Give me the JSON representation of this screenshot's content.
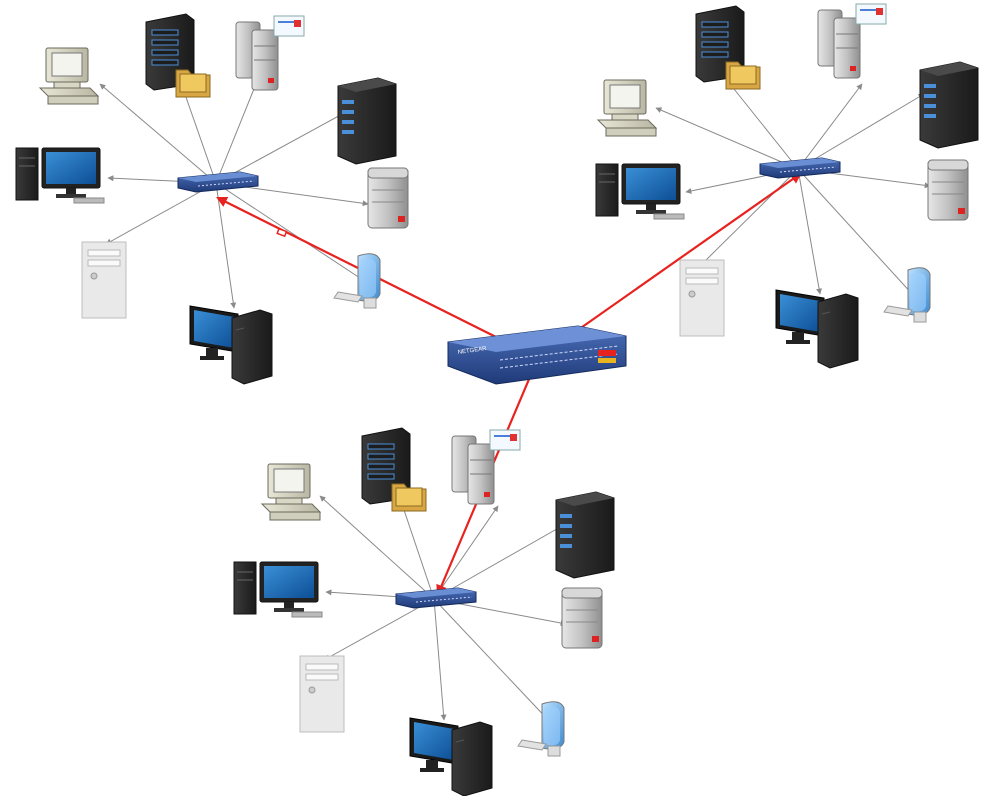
{
  "diagram": {
    "core_device": {
      "brand_text": "NETGEAR",
      "icon": "core-switch-icon"
    },
    "clusters": [
      {
        "id": "top-left",
        "hub_icon": "network-switch-icon",
        "devices": [
          "crt-computer-icon",
          "file-server-icon",
          "mail-server-icon",
          "tower-server-icon",
          "desktop-computer-icon",
          "storage-server-icon",
          "beige-tower-icon",
          "lcd-monitor-icon",
          "workstation-icon"
        ]
      },
      {
        "id": "top-right",
        "hub_icon": "network-switch-icon",
        "devices": [
          "crt-computer-icon",
          "file-server-icon",
          "mail-server-icon",
          "tower-server-icon",
          "desktop-computer-icon",
          "storage-server-icon",
          "beige-tower-icon",
          "lcd-monitor-icon",
          "workstation-icon"
        ]
      },
      {
        "id": "bottom",
        "hub_icon": "network-switch-icon",
        "devices": [
          "crt-computer-icon",
          "file-server-icon",
          "mail-server-icon",
          "tower-server-icon",
          "desktop-computer-icon",
          "storage-server-icon",
          "beige-tower-icon",
          "lcd-monitor-icon",
          "workstation-icon"
        ]
      }
    ],
    "colors": {
      "uplink": "#e8231f",
      "link": "#8a8a8a",
      "switch_body": "#2c4a8c"
    }
  }
}
